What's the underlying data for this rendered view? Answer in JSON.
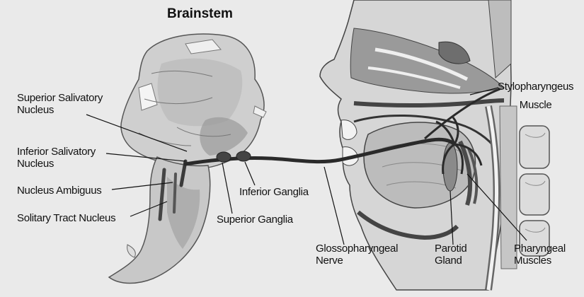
{
  "title": "Brainstem",
  "labels": {
    "superior_salivatory_nucleus": "Superior Salivatory\nNucleus",
    "inferior_salivatory_nucleus": "Inferior Salivatory\nNucleus",
    "nucleus_ambiguus": "Nucleus Ambiguus",
    "solitary_tract_nucleus": "Solitary Tract Nucleus",
    "superior_ganglia": "Superior Ganglia",
    "inferior_ganglia": "Inferior Ganglia",
    "glossopharyngeal_nerve": "Glossopharyngeal\nNerve",
    "parotid_gland": "Parotid\nGland",
    "pharyngeal_muscles": "Pharyngeal\nMuscles",
    "stylopharyngeus_muscle": "Stylopharyngeus\nMuscle"
  },
  "colors": {
    "background": "#eaeaea",
    "nerve": "#2a2a2a",
    "tissue_light": "#d2d2d2",
    "tissue_mid": "#a8a8a8",
    "tissue_dark": "#5a5a5a"
  }
}
